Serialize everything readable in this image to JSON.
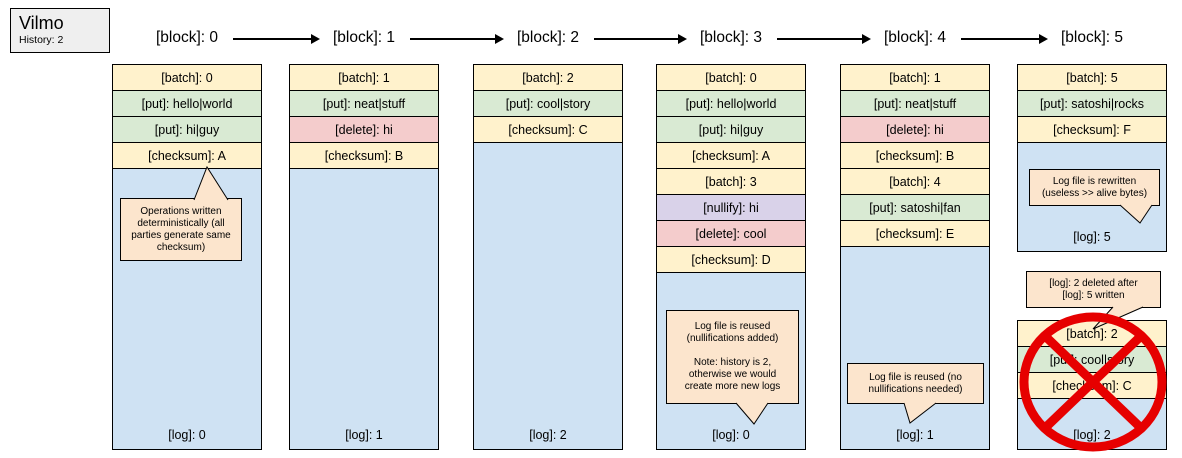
{
  "colors": {
    "batch": "#fff2cc",
    "checksum": "#fff2cc",
    "put": "#d9ead3",
    "delete": "#f4cccc",
    "nullify": "#d9d2e9",
    "log": "#cfe2f3",
    "bubble": "#fce5cd",
    "panel": "#efefef",
    "no_sign": "#e60000"
  },
  "legend": {
    "title": "Vilmo",
    "subtitle": "History: 2"
  },
  "blocks": [
    {
      "header": "[block]: 0",
      "rows": [
        {
          "type": "batch",
          "label": "[batch]: 0"
        },
        {
          "type": "put",
          "label": "[put]: hello|world"
        },
        {
          "type": "put",
          "label": "[put]: hi|guy"
        },
        {
          "type": "checksum",
          "label": "[checksum]: A"
        }
      ],
      "log_label": "[log]: 0",
      "bubble": "Operations written\ndeterministically (all\nparties generate same\nchecksum)"
    },
    {
      "header": "[block]: 1",
      "rows": [
        {
          "type": "batch",
          "label": "[batch]: 1"
        },
        {
          "type": "put",
          "label": "[put]: neat|stuff"
        },
        {
          "type": "delete",
          "label": "[delete]: hi"
        },
        {
          "type": "checksum",
          "label": "[checksum]: B"
        }
      ],
      "log_label": "[log]: 1"
    },
    {
      "header": "[block]: 2",
      "rows": [
        {
          "type": "batch",
          "label": "[batch]: 2"
        },
        {
          "type": "put",
          "label": "[put]: cool|story"
        },
        {
          "type": "checksum",
          "label": "[checksum]: C"
        }
      ],
      "log_label": "[log]: 2"
    },
    {
      "header": "[block]: 3",
      "rows": [
        {
          "type": "batch",
          "label": "[batch]: 0"
        },
        {
          "type": "put",
          "label": "[put]: hello|world"
        },
        {
          "type": "put",
          "label": "[put]: hi|guy"
        },
        {
          "type": "checksum",
          "label": "[checksum]: A"
        },
        {
          "type": "batch",
          "label": "[batch]: 3"
        },
        {
          "type": "nullify",
          "label": "[nullify]: hi"
        },
        {
          "type": "delete",
          "label": "[delete]: cool"
        },
        {
          "type": "checksum",
          "label": "[checksum]: D"
        }
      ],
      "log_label": "[log]: 0",
      "bubble": "Log file is reused\n(nullifications added)\n\nNote: history is 2,\notherwise we would\ncreate more new logs"
    },
    {
      "header": "[block]: 4",
      "rows": [
        {
          "type": "batch",
          "label": "[batch]: 1"
        },
        {
          "type": "put",
          "label": "[put]: neat|stuff"
        },
        {
          "type": "delete",
          "label": "[delete]: hi"
        },
        {
          "type": "checksum",
          "label": "[checksum]: B"
        },
        {
          "type": "batch",
          "label": "[batch]: 4"
        },
        {
          "type": "put",
          "label": "[put]: satoshi|fan"
        },
        {
          "type": "checksum",
          "label": "[checksum]: E"
        }
      ],
      "log_label": "[log]: 1",
      "bubble": "Log file is reused (no\nnullifications needed)"
    },
    {
      "header": "[block]: 5",
      "rows": [
        {
          "type": "batch",
          "label": "[batch]: 5"
        },
        {
          "type": "put",
          "label": "[put]: satoshi|rocks"
        },
        {
          "type": "checksum",
          "label": "[checksum]: F"
        }
      ],
      "log_label": "[log]: 5",
      "bubble": "Log file is rewritten\n(useless >> alive bytes)",
      "deleted_stack": {
        "bubble": "[log]: 2 deleted after\n[log]: 5 written",
        "rows": [
          {
            "type": "batch",
            "label": "[batch]: 2"
          },
          {
            "type": "put",
            "label": "[put]: cool|story"
          },
          {
            "type": "checksum",
            "label": "[checksum]: C"
          }
        ],
        "log_label": "[log]: 2"
      }
    }
  ]
}
